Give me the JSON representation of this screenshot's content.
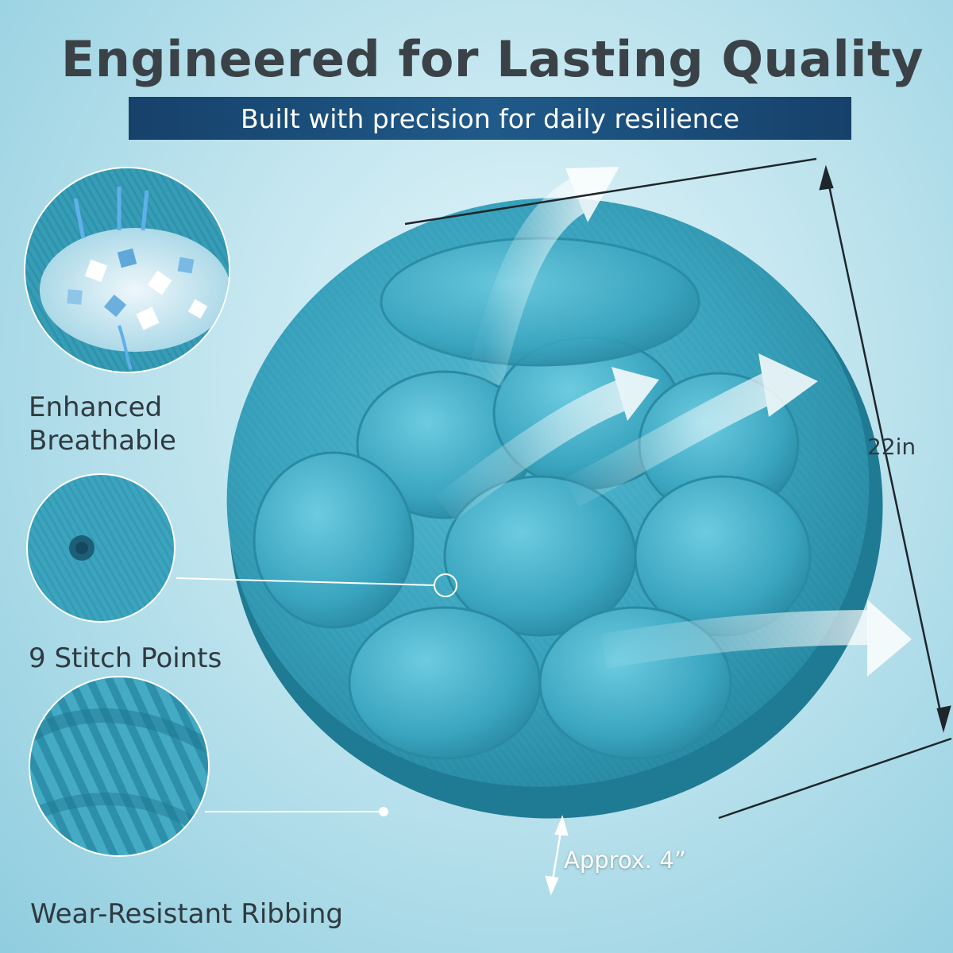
{
  "header": {
    "title": "Engineered for Lasting Quality",
    "subtitle": "Built with precision for daily resilience"
  },
  "features": [
    {
      "label_line1": "Enhanced",
      "label_line2": "Breathable",
      "icon": "foam-fill-closeup"
    },
    {
      "label": "9 Stitch Points",
      "icon": "stitch-point-closeup"
    },
    {
      "label": "Wear-Resistant Ribbing",
      "icon": "ribbing-fabric-closeup"
    }
  ],
  "dimensions": {
    "diameter": "22in",
    "thickness": "Approx. 4”"
  },
  "colors": {
    "cushion": "#3aa3bd",
    "subtitle_bar": "#1a4b78",
    "text": "#2f3a40"
  }
}
